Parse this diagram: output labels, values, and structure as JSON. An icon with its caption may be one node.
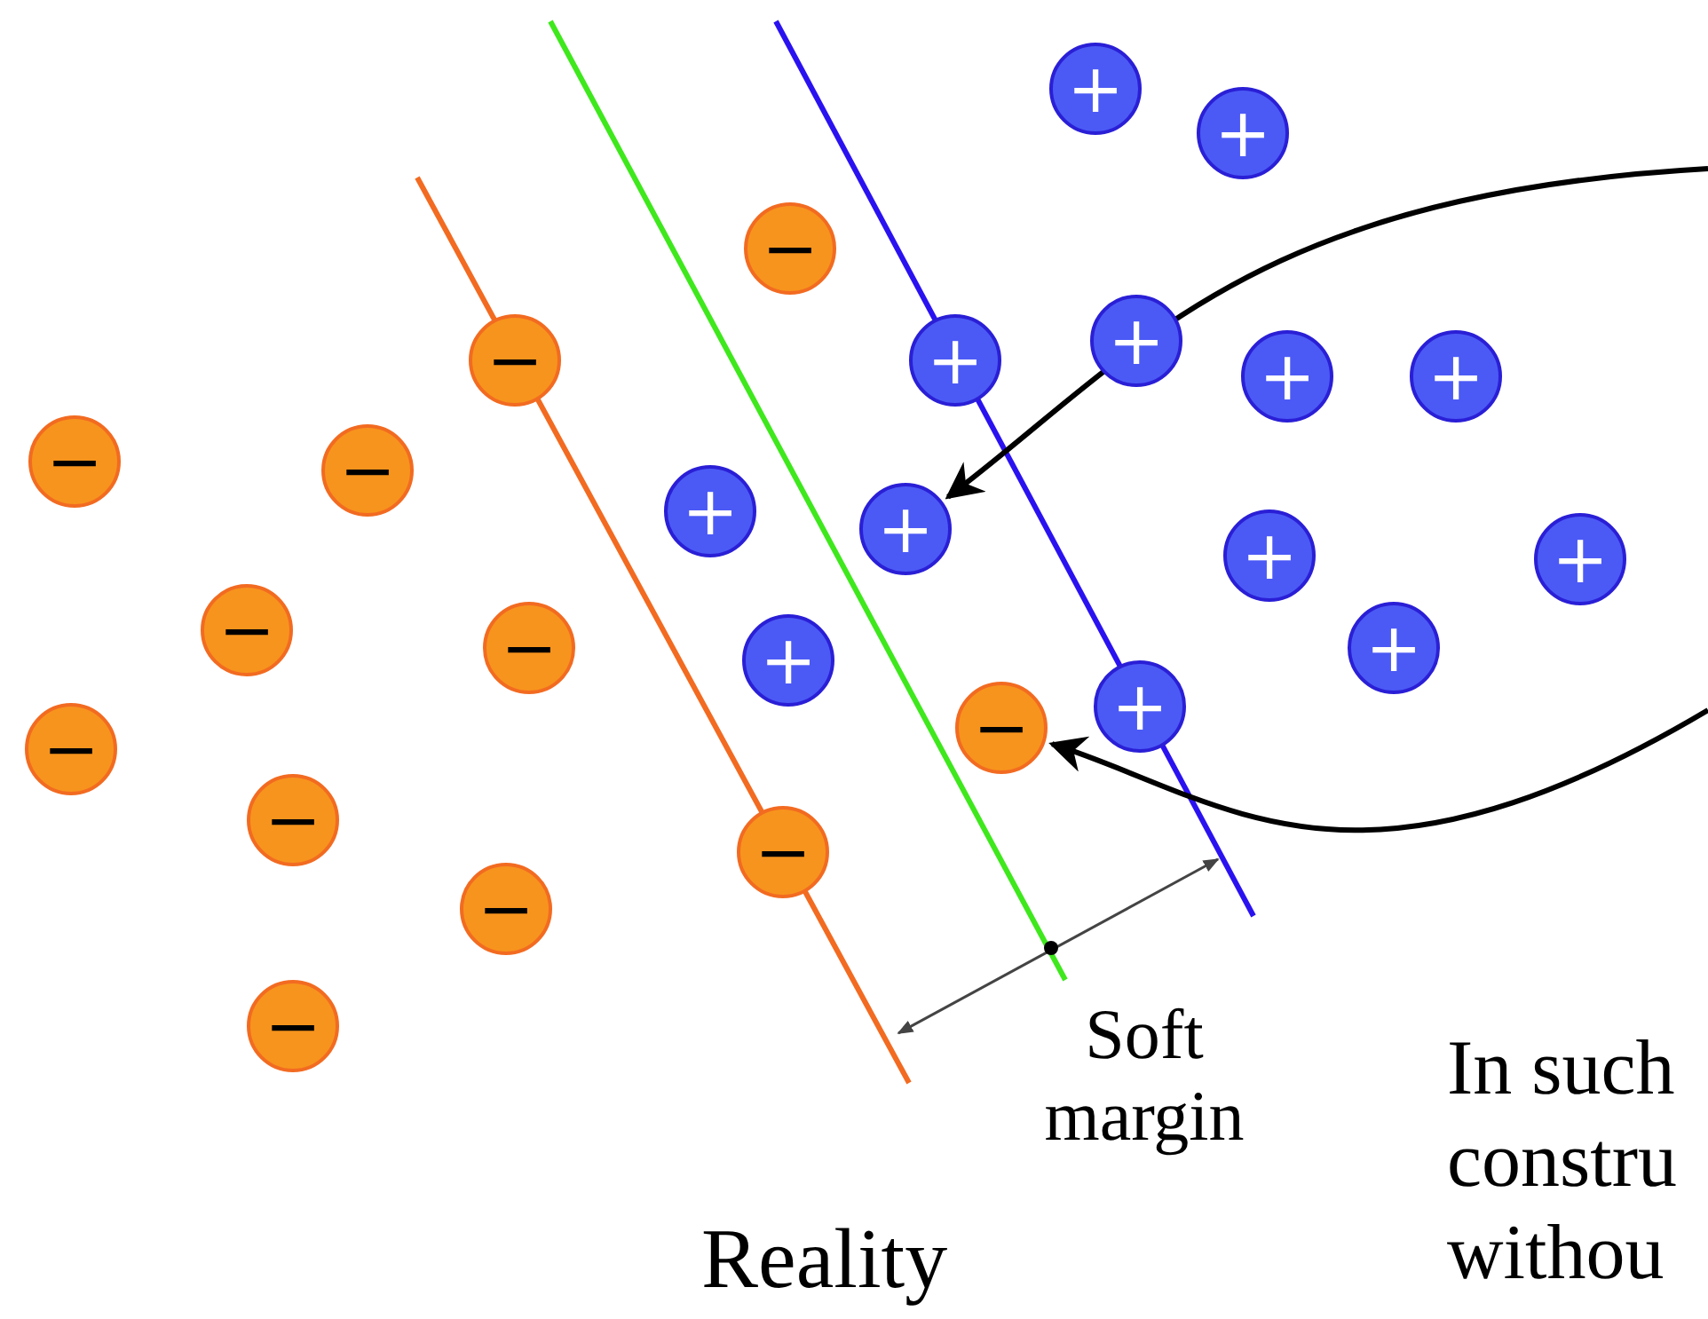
{
  "diagram": {
    "nodes": [
      {
        "text": [
          "+"
        ]
      },
      {
        "text": [
          "+"
        ]
      },
      {
        "text": [
          "−"
        ]
      },
      {
        "text": [
          "+"
        ]
      },
      {
        "text": [
          "−"
        ]
      },
      {
        "text": [
          "+"
        ]
      },
      {
        "text": [
          "+"
        ]
      },
      {
        "text": [
          "+"
        ]
      },
      {
        "text": [
          "−"
        ]
      },
      {
        "text": [
          "−"
        ]
      },
      {
        "text": [
          "+"
        ]
      },
      {
        "text": [
          "+"
        ]
      },
      {
        "text": [
          "+"
        ]
      },
      {
        "text": [
          "+"
        ]
      },
      {
        "text": [
          "−"
        ]
      },
      {
        "text": [
          "−"
        ]
      },
      {
        "text": [
          "+"
        ]
      },
      {
        "text": [
          "+"
        ]
      },
      {
        "text": [
          "+"
        ]
      },
      {
        "text": [
          "−"
        ]
      },
      {
        "text": [
          "−"
        ]
      },
      {
        "text": [
          "−"
        ]
      },
      {
        "text": [
          "−"
        ]
      },
      {
        "text": [
          "−"
        ]
      },
      {
        "text": [
          "−"
        ]
      }
    ],
    "edges": [
      {
        "from": null,
        "to": 11,
        "arrow": "to"
      },
      {
        "from": null,
        "to": 19,
        "arrow": "to"
      }
    ],
    "labels": [
      "Soft margin",
      "In such constru withou",
      "Reality"
    ]
  }
}
